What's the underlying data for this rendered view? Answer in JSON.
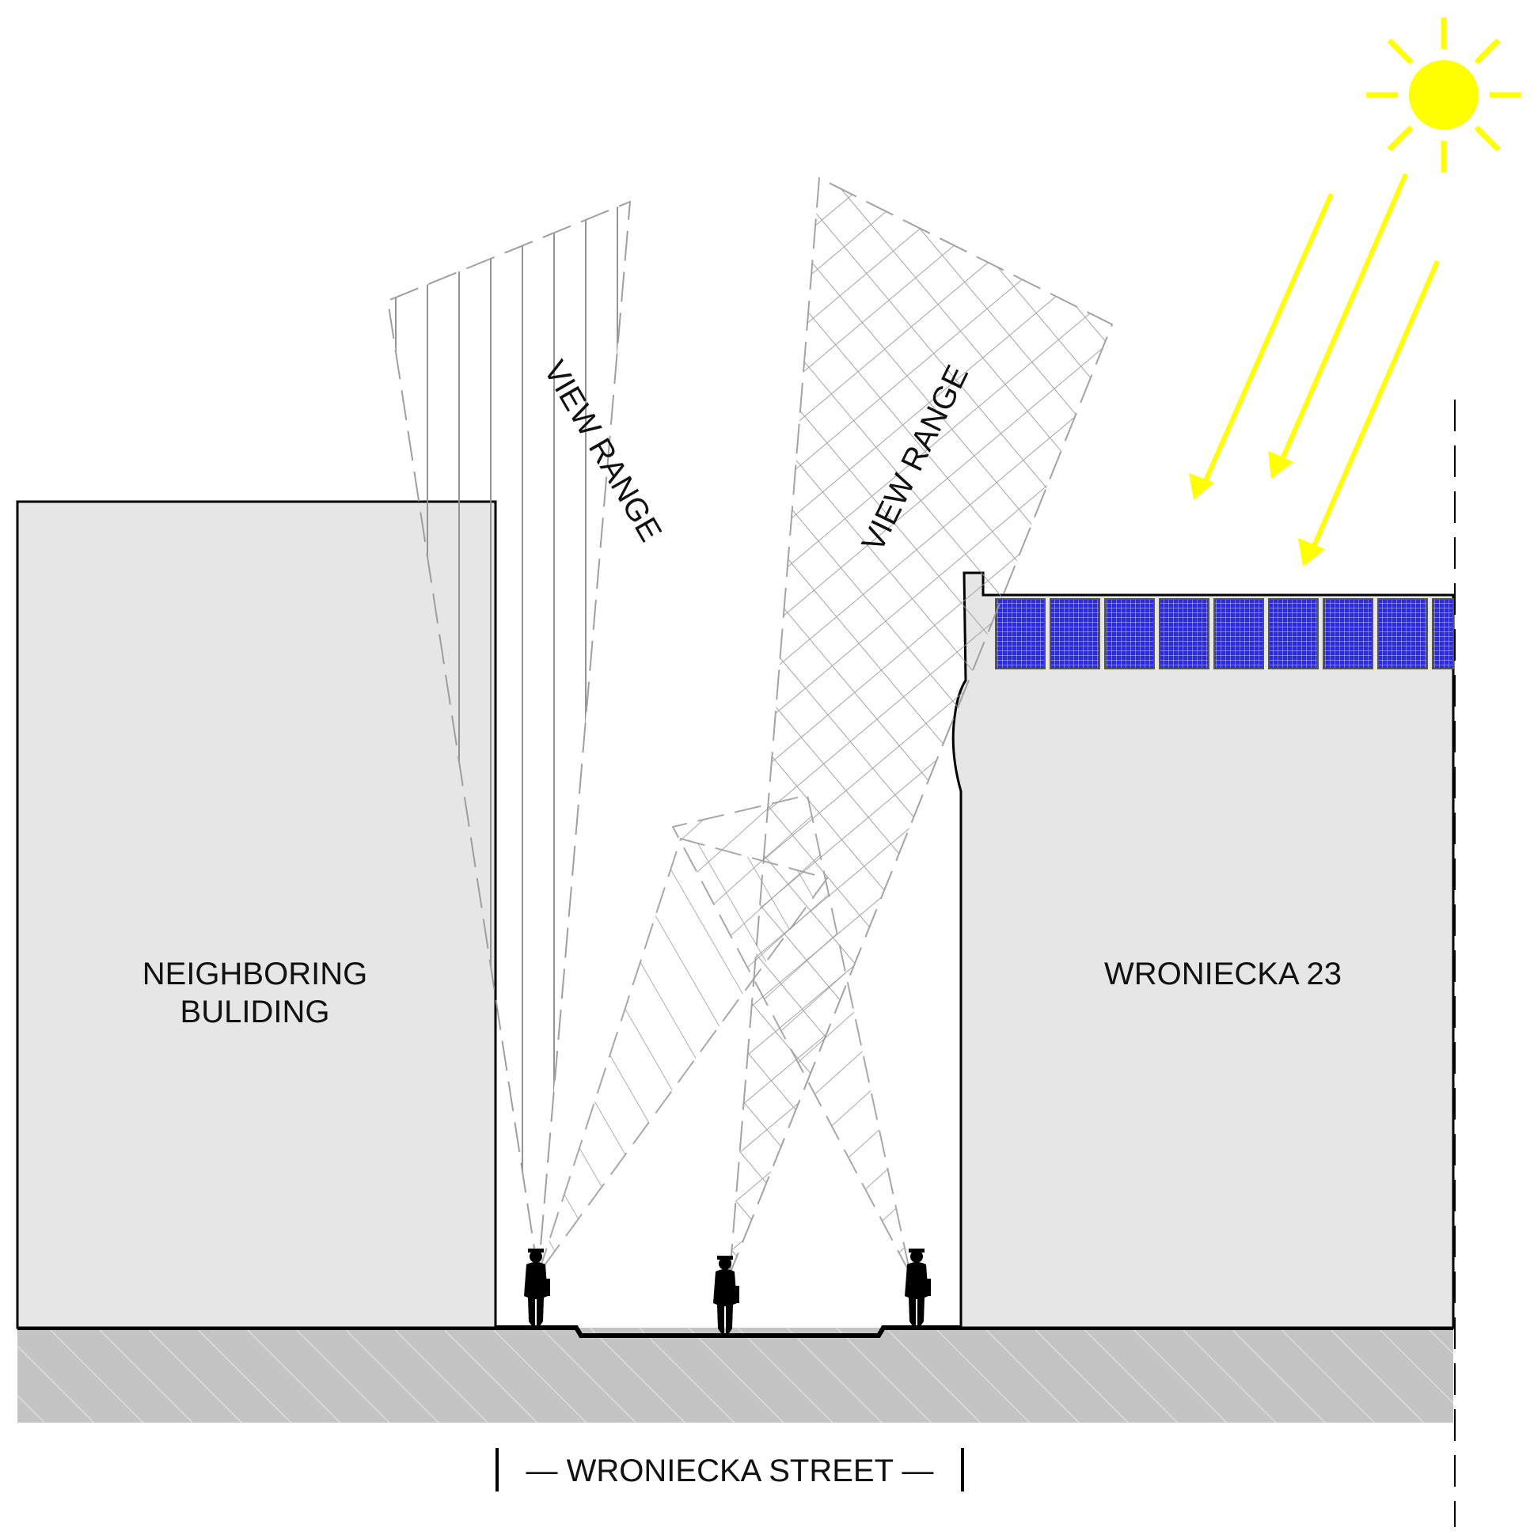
{
  "labels": {
    "neighbor_line1": "NEIGHBORING",
    "neighbor_line2": "BULIDING",
    "building": "WRONIECKA 23",
    "view_range_left": "VIEW RANGE",
    "view_range_right": "VIEW RANGE",
    "street": "— WRONIECKA STREET —"
  },
  "icons": {
    "sun": "sun-icon",
    "sun_rays": "sunlight-arrow-icon",
    "pedestrian": "person-silhouette-icon"
  },
  "colors": {
    "sun": "#ffff00",
    "solar_panel": "#2020e0",
    "building_fill": "#e6e6e6",
    "ground_fill": "#c4c4c4",
    "hatch": "#9a9a9a",
    "outline": "#000000"
  },
  "solar_panel_count": 9,
  "pedestrian_count": 3
}
